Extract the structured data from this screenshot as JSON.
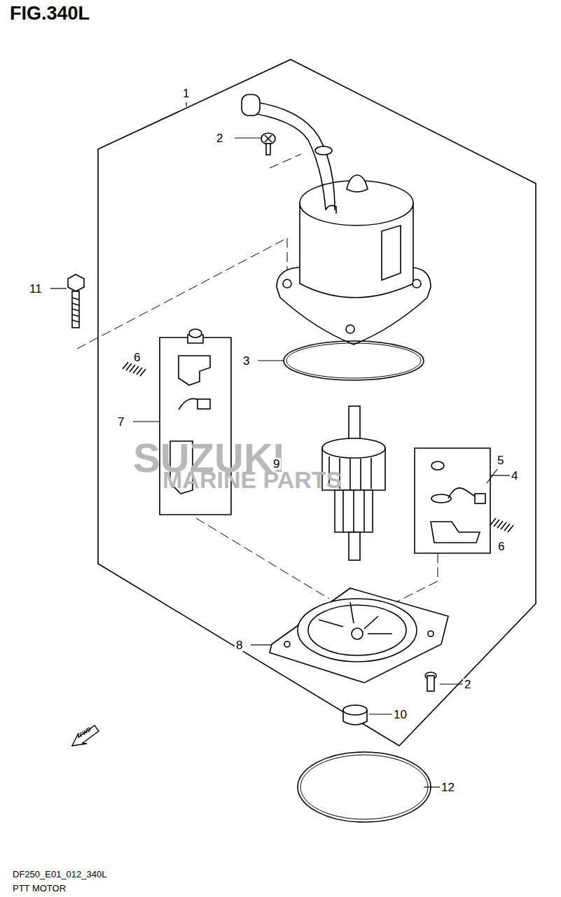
{
  "diagram": {
    "title": "FIG.340L",
    "labels": [
      "1",
      "2",
      "11",
      "3",
      "6",
      "7",
      "9",
      "5",
      "4",
      "6",
      "8",
      "2",
      "10",
      "12",
      "FWD",
      "SUZUKI",
      "MARINE PARTS",
      "DF250_E01_012_340L",
      "PTT MOTOR"
    ]
  }
}
